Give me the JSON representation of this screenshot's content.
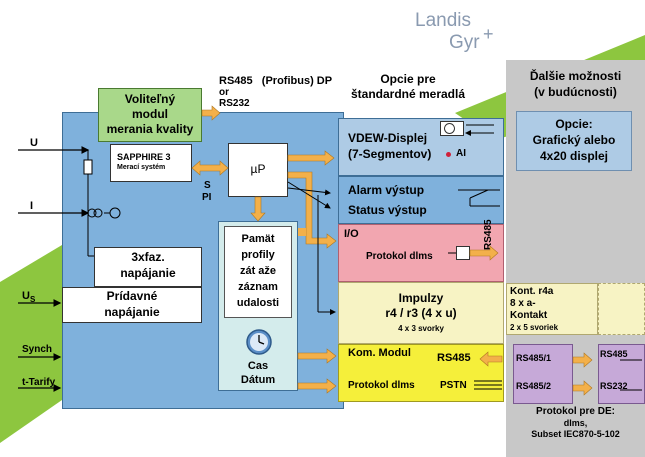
{
  "logo": {
    "line1": "Landis",
    "line2": "Gyr",
    "plus": "+"
  },
  "top": {
    "rs485_profibus": "RS485   (Profibus) DP",
    "or": "or",
    "rs232": "RS232",
    "options_title_1": "Opcie pre",
    "options_title_2": "štandardné meradlá"
  },
  "quality_module": {
    "l1": "Voliteľný",
    "l2": "modul",
    "l3": "merania kvality"
  },
  "future": {
    "l1": "Ďalšie možnosti",
    "l2": "(v budúcnosti)"
  },
  "options_box": {
    "l1": "Opcie:",
    "l2": "Grafický alebo",
    "l3": "4x20 displej"
  },
  "inputs": {
    "u": "U",
    "i": "I",
    "us_main": "U",
    "us_sub": "S",
    "synch": "Synch",
    "tarify": "t-Tarify"
  },
  "sapphire": {
    "title": "SAPPHIRE 3",
    "sub": "Merací systém"
  },
  "spi": {
    "l1": "S",
    "l2": "PI"
  },
  "mu_p": "µP",
  "memory": {
    "l1": "Pamät",
    "l2": "profily",
    "l3": "zát aže",
    "l4": "záznam",
    "l5": "udalosti"
  },
  "clock": {
    "l1": "Cas",
    "l2": "Dátum"
  },
  "supply3": {
    "l1": "3xfaz.",
    "l2": "napájanie"
  },
  "aux_supply": {
    "l1": "Prídavné",
    "l2": "napájanie"
  },
  "vdew": {
    "l1": "VDEW-Displej",
    "l2": "(7-Segmentov)",
    "ai": "AI"
  },
  "alarm": {
    "l1": "Alarm výstup",
    "l2": "Status výstup"
  },
  "io": {
    "title": "I/O",
    "protocol": "Protokol dlms",
    "rs485": "RS485"
  },
  "pulses": {
    "l1": "Impulzy",
    "l2": "r4 / r3 (4 x u)",
    "l3": "4 x 3 svorky"
  },
  "kont": {
    "l1": "Kont. r4a",
    "l2": "8 x a-",
    "l3": "Kontakt",
    "l4": "2 x 5 svoriek"
  },
  "kom": {
    "title": "Kom. Modul",
    "rs485": "RS485",
    "protocol": "Protokol dlms",
    "pstn": "PSTN"
  },
  "right_ports": {
    "p1": "RS485/1",
    "p2": "RS485/2",
    "p3": "RS485",
    "p4": "RS232"
  },
  "protocol_de": {
    "l1": "Protokol pre DE:",
    "l2": "dlms,",
    "l3": "Subset IEC870-5-102"
  },
  "colors": {
    "green_band": "#8dc63f",
    "main_blue": "#7fb1dc",
    "light_cyan": "#d4ecec",
    "green_box": "#a9d88a",
    "pink": "#f2a6b0",
    "cream": "#f7f3c4",
    "yellow": "#f5ef3a",
    "gray_panel": "#c8c8c8",
    "lilac": "#c6a9d8",
    "arrow_orange": "#f3b04a"
  }
}
